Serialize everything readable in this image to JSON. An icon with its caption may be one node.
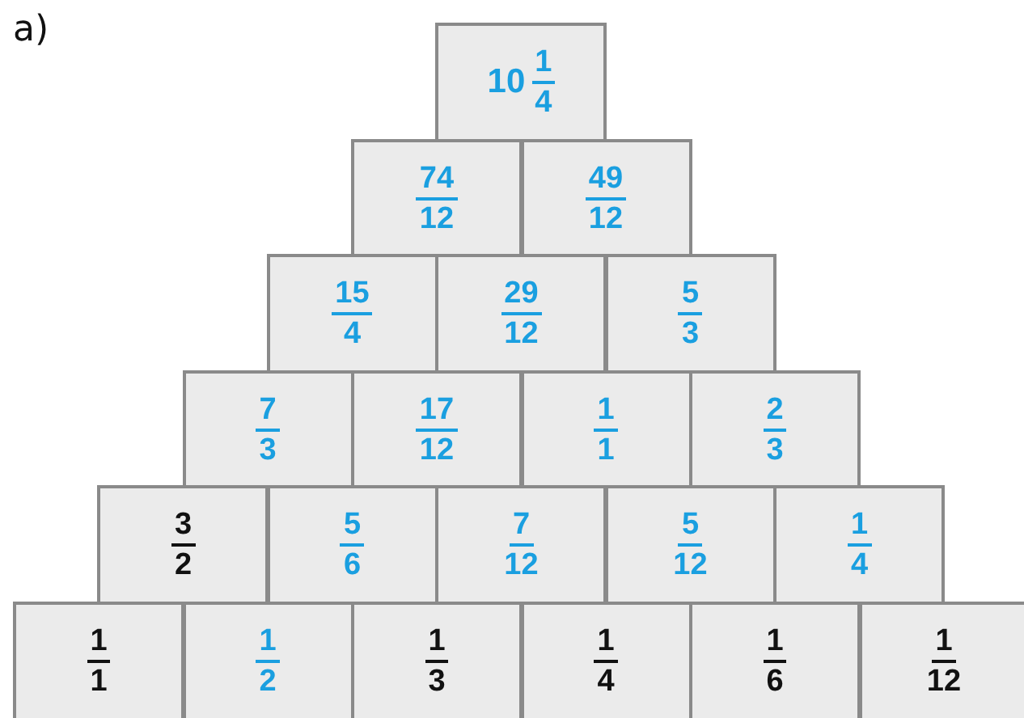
{
  "diagram": {
    "nodes": [
      {
        "text": [
          "10",
          "1",
          "4"
        ]
      },
      {
        "text": [
          "74",
          "12"
        ]
      },
      {
        "text": [
          "49",
          "12"
        ]
      },
      {
        "text": [
          "15",
          "4"
        ]
      },
      {
        "text": [
          "29",
          "12"
        ]
      },
      {
        "text": [
          "5",
          "3"
        ]
      },
      {
        "text": [
          "7",
          "3"
        ]
      },
      {
        "text": [
          "17",
          "12"
        ]
      },
      {
        "text": [
          "1",
          "1"
        ]
      },
      {
        "text": [
          "2",
          "3"
        ]
      },
      {
        "text": [
          "3",
          "2"
        ]
      },
      {
        "text": [
          "5",
          "6"
        ]
      },
      {
        "text": [
          "7",
          "12"
        ]
      },
      {
        "text": [
          "5",
          "12"
        ]
      },
      {
        "text": [
          "1",
          "4"
        ]
      },
      {
        "text": [
          "1",
          "1"
        ]
      },
      {
        "text": [
          "1",
          "2"
        ]
      },
      {
        "text": [
          "1",
          "3"
        ]
      },
      {
        "text": [
          "1",
          "4"
        ]
      },
      {
        "text": [
          "1",
          "6"
        ]
      },
      {
        "text": [
          "1",
          "12"
        ]
      }
    ],
    "labels": [
      "a)"
    ]
  }
}
